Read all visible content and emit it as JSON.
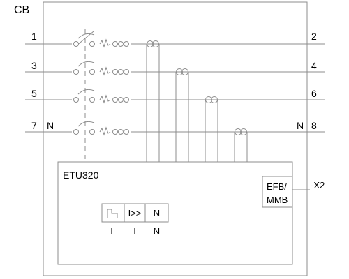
{
  "diagram": {
    "breaker_label": "CB",
    "terminals_left": [
      "1",
      "3",
      "5",
      "7"
    ],
    "terminals_right": [
      "2",
      "4",
      "6",
      "8"
    ],
    "neutral_left_label": "N",
    "neutral_right_label": "N",
    "trip_unit": {
      "name": "ETU320",
      "cells": [
        "",
        "I>>",
        "N"
      ],
      "cell_captions": [
        "L",
        "I",
        "N"
      ]
    },
    "module": {
      "line1": "EFB/",
      "line2": "MMB",
      "connector_label": "-X2"
    }
  },
  "colors": {
    "line": "#8c8c8c",
    "text": "#000000",
    "background": "#ffffff"
  }
}
